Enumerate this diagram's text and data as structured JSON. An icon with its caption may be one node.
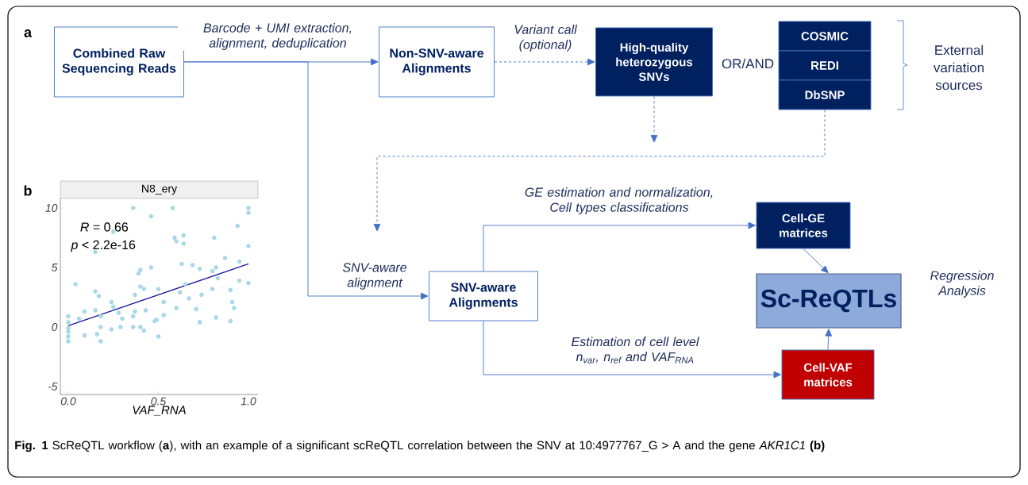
{
  "diagram": {
    "caption": "**Fig. 1** ScReQTL workflow (**a**), with an example of a significant scReQTL correlation between the SNV at 10:4977767_G > A and the gene *AKR1C1* **(b)**",
    "nodes": [
      {
        "text": [
          "Combined Raw Sequencing Reads"
        ]
      },
      {
        "text": [
          "Non-SNV-aware Alignments"
        ]
      },
      {
        "text": [
          "High-quality heterozygous SNVs"
        ]
      },
      {
        "text": [
          "COSMIC"
        ]
      },
      {
        "text": [
          "REDI"
        ]
      },
      {
        "text": [
          "DbSNP"
        ]
      },
      {
        "text": [
          "SNV-aware Alignments"
        ]
      },
      {
        "text": [
          "Cell-GE matrices"
        ]
      },
      {
        "text": [
          "Sc-ReQTLs"
        ],
        "beside": [
          "Regression Analysis"
        ]
      },
      {
        "text": [
          "Cell-VAF matrices"
        ]
      }
    ],
    "edges": [
      {
        "from": 0,
        "to": 1,
        "arrow": "to",
        "label": "Barcode + UMI extraction, alignment, deduplication"
      },
      {
        "from": 1,
        "to": 2,
        "arrow": "to",
        "style": "dashed",
        "label": "Variant call (optional)"
      },
      {
        "from": 0,
        "to": 6,
        "arrow": "to",
        "label": "SNV-aware alignment"
      },
      {
        "from": 2,
        "to": null,
        "arrow": "to",
        "style": "dashed"
      },
      {
        "from": 5,
        "to": null,
        "arrow": "to",
        "style": "dashed"
      },
      {
        "from": 6,
        "to": 7,
        "arrow": "to",
        "label": "GE estimation and normalization, Cell types classifications"
      },
      {
        "from": 6,
        "to": 9,
        "arrow": "to",
        "label": "Estimation of cell level n$_{var}$, n$_{ref}$ and VAF$_{RNA}$"
      },
      {
        "from": 7,
        "to": 8,
        "arrow": "to"
      },
      {
        "from": 9,
        "to": 8,
        "arrow": "to"
      }
    ],
    "labels": [
      "a",
      "b",
      "OR/AND",
      "External variation sources"
    ],
    "chart_data": {
      "type": "scatter",
      "title": "N8_ery",
      "xlabel": "VAF_RNA",
      "xlim": [
        -0.044,
        1.053
      ],
      "ylim": [
        -5.67,
        10.8
      ],
      "xticks": [
        {
          "value": 0,
          "label": "0.0"
        },
        {
          "value": 0.5,
          "label": "0.5"
        },
        {
          "value": 1,
          "label": "1.0"
        }
      ],
      "yticks": [
        -5,
        0,
        5,
        10
      ],
      "series": [
        {
          "color": "#a8d8e6",
          "x": [
            0.36,
            0.58,
            1.0,
            1.0,
            0.46,
            0.94,
            0.25,
            0.59,
            0.64,
            0.6,
            0.81,
            1.0,
            0.15,
            0.64,
            0.87,
            0.63,
            0.69,
            0.95,
            0.73,
            0.46,
            0.4,
            0.39,
            0.82,
            0.8,
            0.83,
            0.95,
            1.0,
            0.04,
            0.4,
            0.65,
            0.8,
            0.9,
            0.42,
            0.5,
            0.15,
            0.17,
            0.37,
            0.62,
            0.74,
            0.24,
            0.53,
            0.67,
            0.91,
            0.25,
            0.15,
            0.28,
            0.37,
            0.43,
            0.6,
            0.71,
            0.92,
            0.09,
            0.06,
            0.18,
            0.3,
            0.36,
            0.49,
            0.53,
            0.82,
            0,
            0,
            0.48,
            0.73,
            0.9,
            0.36,
            0.4,
            0.29,
            0.18,
            0,
            0,
            0,
            0,
            0.09,
            0.16,
            0.18,
            0.42,
            0.5,
            0.24
          ],
          "values": [
            10,
            10,
            10,
            9.6,
            9.3,
            8.5,
            8,
            7.5,
            7.7,
            7.2,
            7.5,
            6.8,
            6.3,
            7,
            5.8,
            5.3,
            5.2,
            5.5,
            4.9,
            5,
            4.8,
            4.5,
            5,
            4.7,
            4.1,
            3.9,
            3.7,
            3.6,
            3.4,
            3.6,
            3.2,
            3.1,
            3.2,
            3.2,
            3,
            2.6,
            2.7,
            2.9,
            2.7,
            2.1,
            2.1,
            2.4,
            2.1,
            1.7,
            1.4,
            1.2,
            1.3,
            1.4,
            1.6,
            1.5,
            1.6,
            1.3,
            0.7,
            0.9,
            0.7,
            0.9,
            0.6,
            1,
            0.8,
            0.9,
            0.4,
            0.5,
            0.4,
            0.5,
            0,
            0,
            0,
            0,
            -0.1,
            -0.4,
            -0.8,
            -1.2,
            -0.7,
            -0.6,
            -1.2,
            -0.3,
            -0.8,
            -0.2
          ]
        },
        {
          "color": "#1a1a9c",
          "type": "line",
          "x": [
            0,
            1
          ],
          "values": [
            0.1,
            5.3
          ]
        }
      ],
      "annotations": [
        "*R* = 0.66",
        "*p* < 2.2e-16"
      ]
    }
  }
}
